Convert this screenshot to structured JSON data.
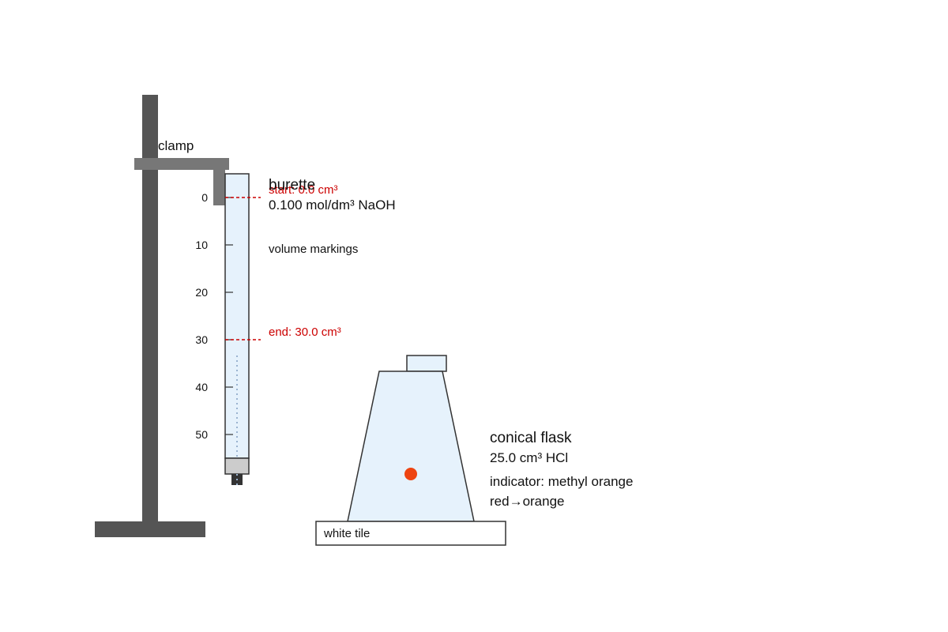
{
  "labels": {
    "clamp": "clamp",
    "burette": "burette",
    "burette_solution": "0.100 mol/dm³ NaOH",
    "volume_markings": "volume markings",
    "start_reading": "start: 0.0 cm³",
    "end_reading": "end: 30.0 cm³",
    "conical_flask": "conical flask",
    "flask_solution": "25.0 cm³ HCl",
    "indicator": "indicator: methyl orange",
    "color_change": "red→orange",
    "white_tile": "white tile"
  },
  "burette": {
    "scale_unit": "cm³",
    "tick_values": [
      0,
      10,
      20,
      30,
      40,
      50
    ],
    "start_volume": 0.0,
    "end_volume": 30.0
  },
  "colors": {
    "stand": "#555555",
    "clamp": "#777777",
    "glass_fill": "#e6f2fc",
    "outline": "#333333",
    "reading_line": "#cc0000",
    "drip": "#9ab3d0",
    "indicator_dot": "#ee4411",
    "tap": "#cccccc",
    "nozzle": "#333333"
  }
}
